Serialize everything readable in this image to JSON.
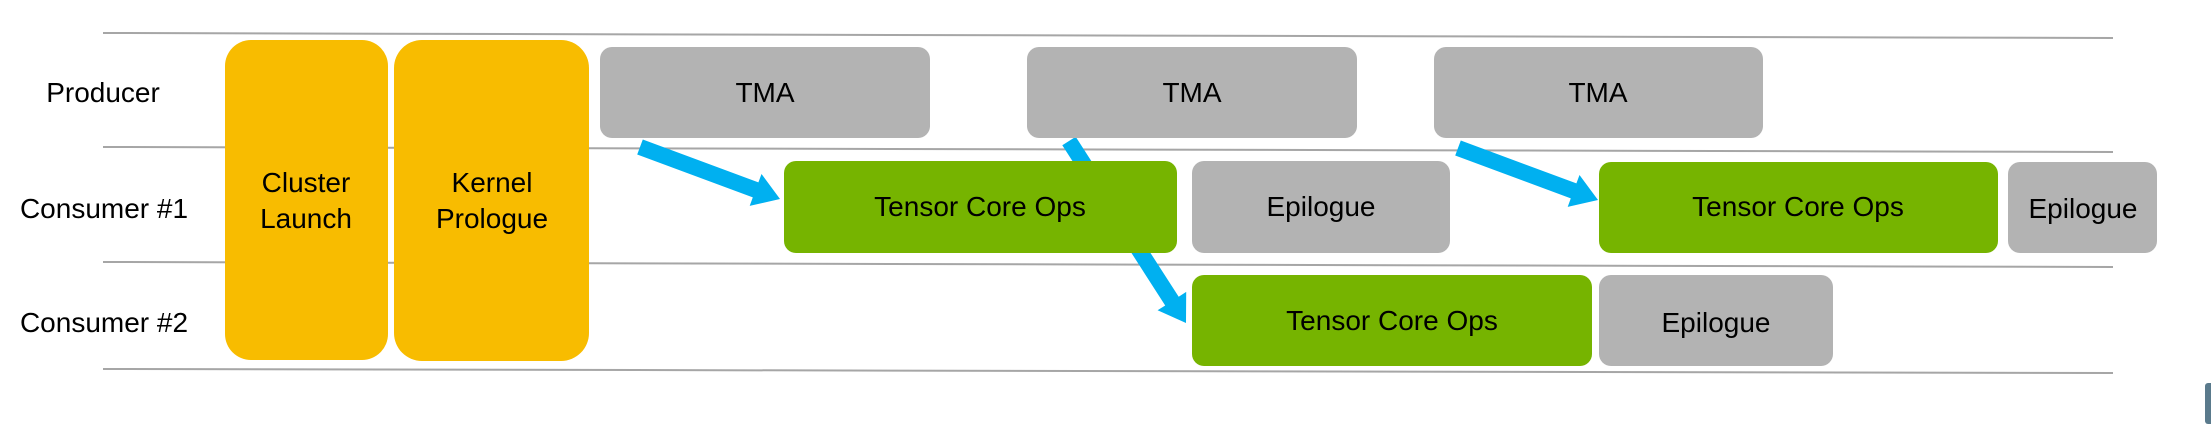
{
  "colors": {
    "setup": "#f8bc00",
    "tma": "#b3b3b3",
    "tensor": "#76b400",
    "epilogue": "#b3b3b3",
    "arrow": "#00b0f0",
    "grid": "#a6a6a6",
    "corner_widget": "#5a7a8c"
  },
  "lanes": [
    {
      "id": "producer",
      "label": "Producer"
    },
    {
      "id": "consumer1",
      "label": "Consumer #1"
    },
    {
      "id": "consumer2",
      "label": "Consumer #2"
    }
  ],
  "setup_blocks": [
    {
      "id": "cluster-launch",
      "lines": [
        "Cluster",
        "Launch"
      ]
    },
    {
      "id": "kernel-prologue",
      "lines": [
        "Kernel",
        "Prologue"
      ]
    }
  ],
  "blocks": [
    {
      "id": "tma-1",
      "lane": "producer",
      "type": "tma",
      "label": "TMA"
    },
    {
      "id": "tma-2",
      "lane": "producer",
      "type": "tma",
      "label": "TMA"
    },
    {
      "id": "tma-3",
      "lane": "producer",
      "type": "tma",
      "label": "TMA"
    },
    {
      "id": "tensor-core-ops-1",
      "lane": "consumer1",
      "type": "tensor",
      "label": "Tensor Core Ops"
    },
    {
      "id": "epilogue-1",
      "lane": "consumer1",
      "type": "epilogue",
      "label": "Epilogue"
    },
    {
      "id": "tensor-core-ops-3",
      "lane": "consumer1",
      "type": "tensor",
      "label": "Tensor Core Ops"
    },
    {
      "id": "epilogue-3",
      "lane": "consumer1",
      "type": "epilogue",
      "label": "Epilogue"
    },
    {
      "id": "tensor-core-ops-2",
      "lane": "consumer2",
      "type": "tensor",
      "label": "Tensor Core Ops"
    },
    {
      "id": "epilogue-2",
      "lane": "consumer2",
      "type": "epilogue",
      "label": "Epilogue"
    }
  ],
  "arrows": [
    {
      "from": "tma-1",
      "to": "tensor-core-ops-1"
    },
    {
      "from": "tma-2",
      "to": "tensor-core-ops-2"
    },
    {
      "from": "tma-3",
      "to": "tensor-core-ops-3"
    }
  ]
}
